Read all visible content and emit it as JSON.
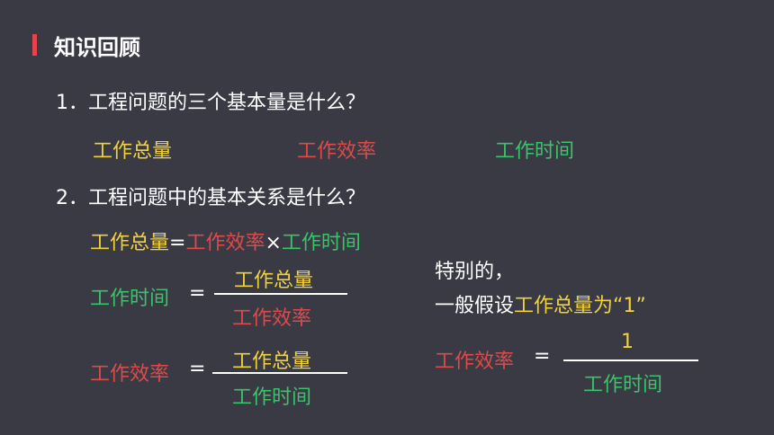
{
  "header": {
    "title": "知识回顾"
  },
  "q1": {
    "text": "1．工程问题的三个基本量是什么？",
    "answers": [
      "工作总量",
      "工作效率",
      "工作时间"
    ]
  },
  "q2": {
    "text": "2．工程问题中的基本关系是什么？"
  },
  "relation": {
    "total": "工作总量",
    "eq": "=",
    "rate": "工作效率",
    "times": "×",
    "time": "工作时间"
  },
  "formula_time": {
    "lhs": "工作时间",
    "eq": "=",
    "num": "工作总量",
    "den": "工作效率"
  },
  "formula_rate": {
    "lhs": "工作效率",
    "eq": "=",
    "num": "工作总量",
    "den": "工作时间"
  },
  "special": {
    "line1": "特别的，",
    "prefix": "一般假设",
    "total": "工作总量",
    "suffix": "为“1”",
    "lhs": "工作效率",
    "eq": "=",
    "num": "1",
    "den": "工作时间"
  }
}
